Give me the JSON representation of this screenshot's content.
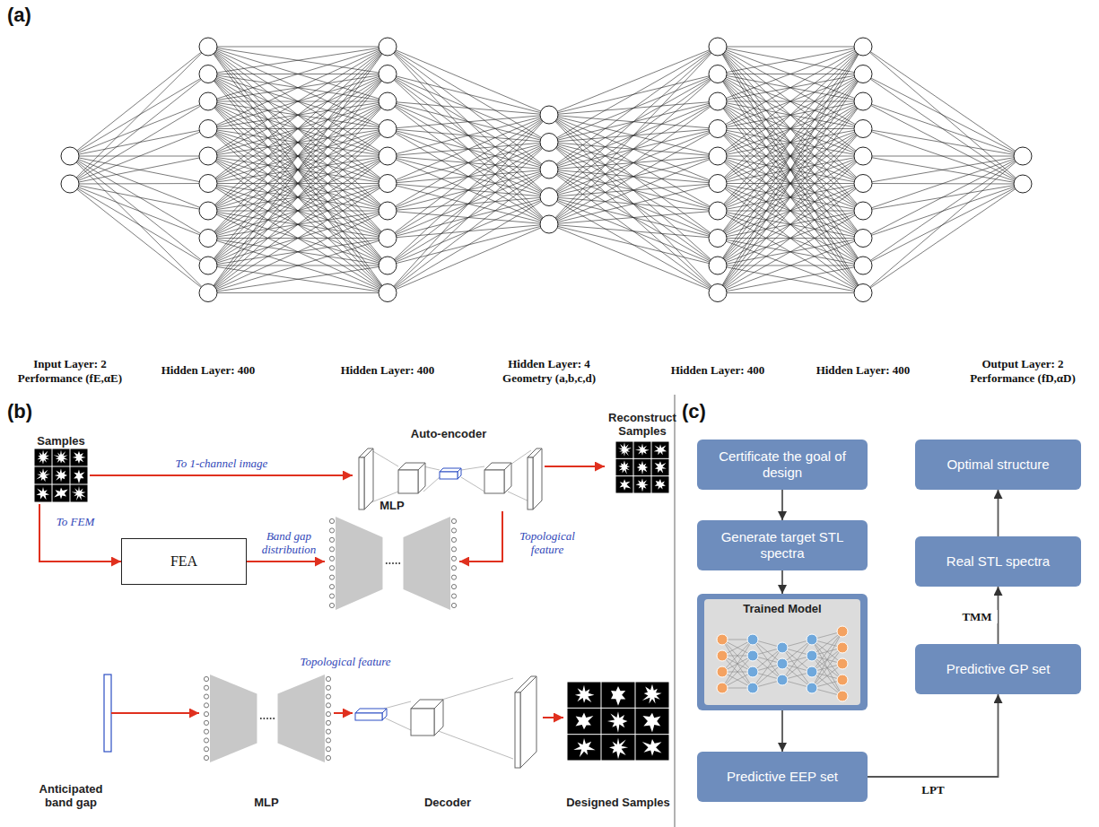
{
  "diagram": {
    "nodes": [
      {
        "text": [
          "Samples"
        ]
      },
      {
        "text": [
          "Auto-encoder"
        ]
      },
      {
        "text": [
          "Reconstruct Samples"
        ]
      },
      {
        "text": [
          "FEA"
        ]
      },
      {
        "text": [
          "MLP"
        ]
      },
      {
        "text": [
          "Anticipated band gap"
        ]
      },
      {
        "text": [
          "MLP"
        ]
      },
      {
        "text": [
          "Decoder"
        ]
      },
      {
        "text": [
          "Designed Samples"
        ]
      },
      {
        "text": [
          "Certificate the goal of design"
        ]
      },
      {
        "text": [
          "Generate target STL spectra"
        ]
      },
      {
        "text": [
          "Trained Model"
        ]
      },
      {
        "text": [
          "Predictive EEP set"
        ]
      },
      {
        "text": [
          "Optimal structure"
        ]
      },
      {
        "text": [
          "Real STL spectra"
        ]
      },
      {
        "text": [
          "Predictive GP set"
        ]
      }
    ],
    "edges": [
      {
        "from": 0,
        "to": 1,
        "arrow": "to",
        "label": "To 1-channel image"
      },
      {
        "from": 1,
        "to": 2,
        "arrow": "to"
      },
      {
        "from": 0,
        "to": 3,
        "arrow": "to",
        "label": "To FEM"
      },
      {
        "from": 3,
        "to": 4,
        "arrow": "to",
        "label": "Band gap distribution"
      },
      {
        "from": 1,
        "to": 4,
        "arrow": "to",
        "label": "Topological feature"
      },
      {
        "from": 5,
        "to": 6,
        "arrow": "to"
      },
      {
        "from": 6,
        "to": 7,
        "arrow": "to",
        "label": "Topological feature"
      },
      {
        "from": 7,
        "to": 8,
        "arrow": "to"
      },
      {
        "from": 9,
        "to": 10,
        "arrow": "to"
      },
      {
        "from": 10,
        "to": 11,
        "arrow": "to"
      },
      {
        "from": 11,
        "to": 12,
        "arrow": "to"
      },
      {
        "from": 12,
        "to": 15,
        "arrow": "to",
        "label": "LPT"
      },
      {
        "from": 15,
        "to": 14,
        "arrow": "to",
        "label": "TMM"
      },
      {
        "from": 14,
        "to": 13,
        "arrow": "to"
      }
    ],
    "labels": [
      "(a)",
      "Input Layer: 2",
      "Performance (fE,αE)",
      "Hidden Layer: 400",
      "Hidden Layer: 400",
      "Hidden Layer: 4",
      "Geometry (a,b,c,d)",
      "Hidden Layer: 400",
      "Hidden Layer: 400",
      "Output Layer: 2",
      "Performance (fD,αD)",
      "(b)",
      "(c)"
    ]
  }
}
